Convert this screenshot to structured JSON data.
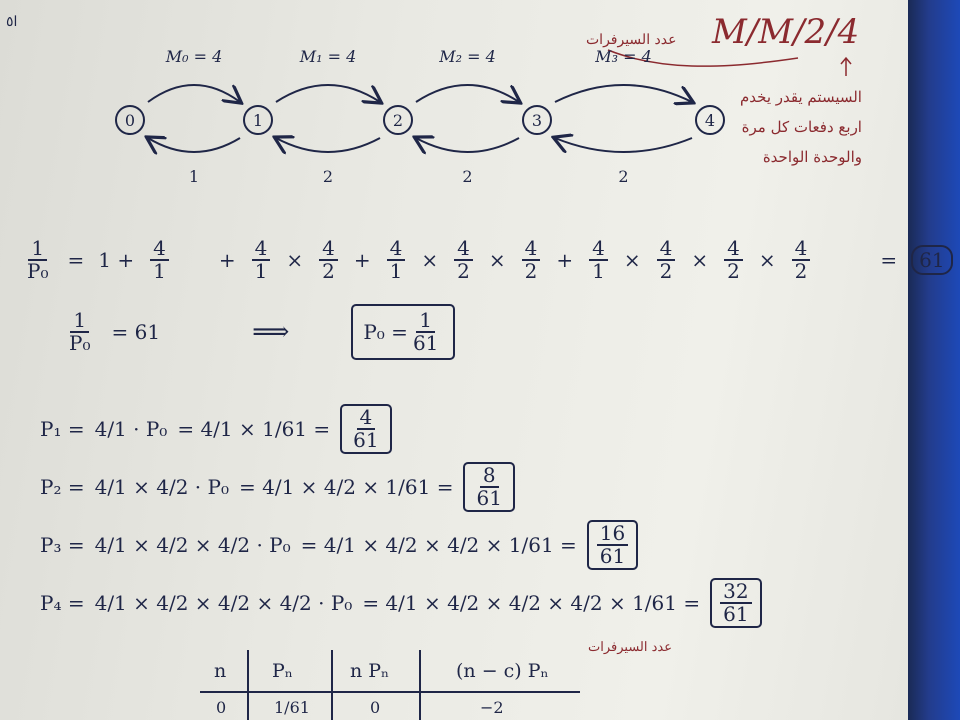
{
  "header": {
    "corner_mark": "ا٥",
    "model": "M/M/2/4",
    "ar_label_servers": "عدد السيرفرات",
    "ar_note_line1": "السيستم يقدر يخدم",
    "ar_note_line2": "اربع دفعات كل مرة",
    "ar_note_line3": "والوحدة الواحدة"
  },
  "chain": {
    "states": [
      "0",
      "1",
      "2",
      "3",
      "4"
    ],
    "arrival_labels": [
      "M₀ = 4",
      "M₁ = 4",
      "M₂ = 4",
      "M₃ = 4"
    ],
    "service_labels": [
      "1",
      "2",
      "2",
      "2"
    ]
  },
  "eq1": {
    "lhs_n": "1",
    "lhs_d": "P₀",
    "eq": "=",
    "t1": "1 +",
    "t1_n": "4",
    "t1_d": "1",
    "plus": "+",
    "result": "61"
  },
  "eq2": {
    "lhs_n": "1",
    "lhs_d": "P₀",
    "rhs": "= 61",
    "arrow": "⟹",
    "box_lhs": "P₀ =",
    "box_n": "1",
    "box_d": "61"
  },
  "probs": [
    {
      "lhs": "P₁ =",
      "expr": "4/1 · P₀",
      "eval": "= 4/1 × 1/61 =",
      "ans_n": "4",
      "ans_d": "61"
    },
    {
      "lhs": "P₂ =",
      "expr": "4/1 × 4/2 · P₀",
      "eval": "= 4/1 × 4/2 × 1/61 =",
      "ans_n": "8",
      "ans_d": "61"
    },
    {
      "lhs": "P₃ =",
      "expr": "4/1 × 4/2 × 4/2 · P₀",
      "eval": "= 4/1 × 4/2 × 4/2 × 1/61 =",
      "ans_n": "16",
      "ans_d": "61"
    },
    {
      "lhs": "P₄ =",
      "expr": "4/1 × 4/2 × 4/2 × 4/2 · P₀",
      "eval": "= 4/1 × 4/2 × 4/2 × 4/2 × 1/61 =",
      "ans_n": "32",
      "ans_d": "61"
    }
  ],
  "table": {
    "ar_label_servers": "عدد السيرفرات",
    "headers": [
      "n",
      "Pₙ",
      "n Pₙ",
      "(n − c) Pₙ"
    ],
    "first_row": [
      "0",
      "1/61",
      "0",
      "−2"
    ]
  }
}
